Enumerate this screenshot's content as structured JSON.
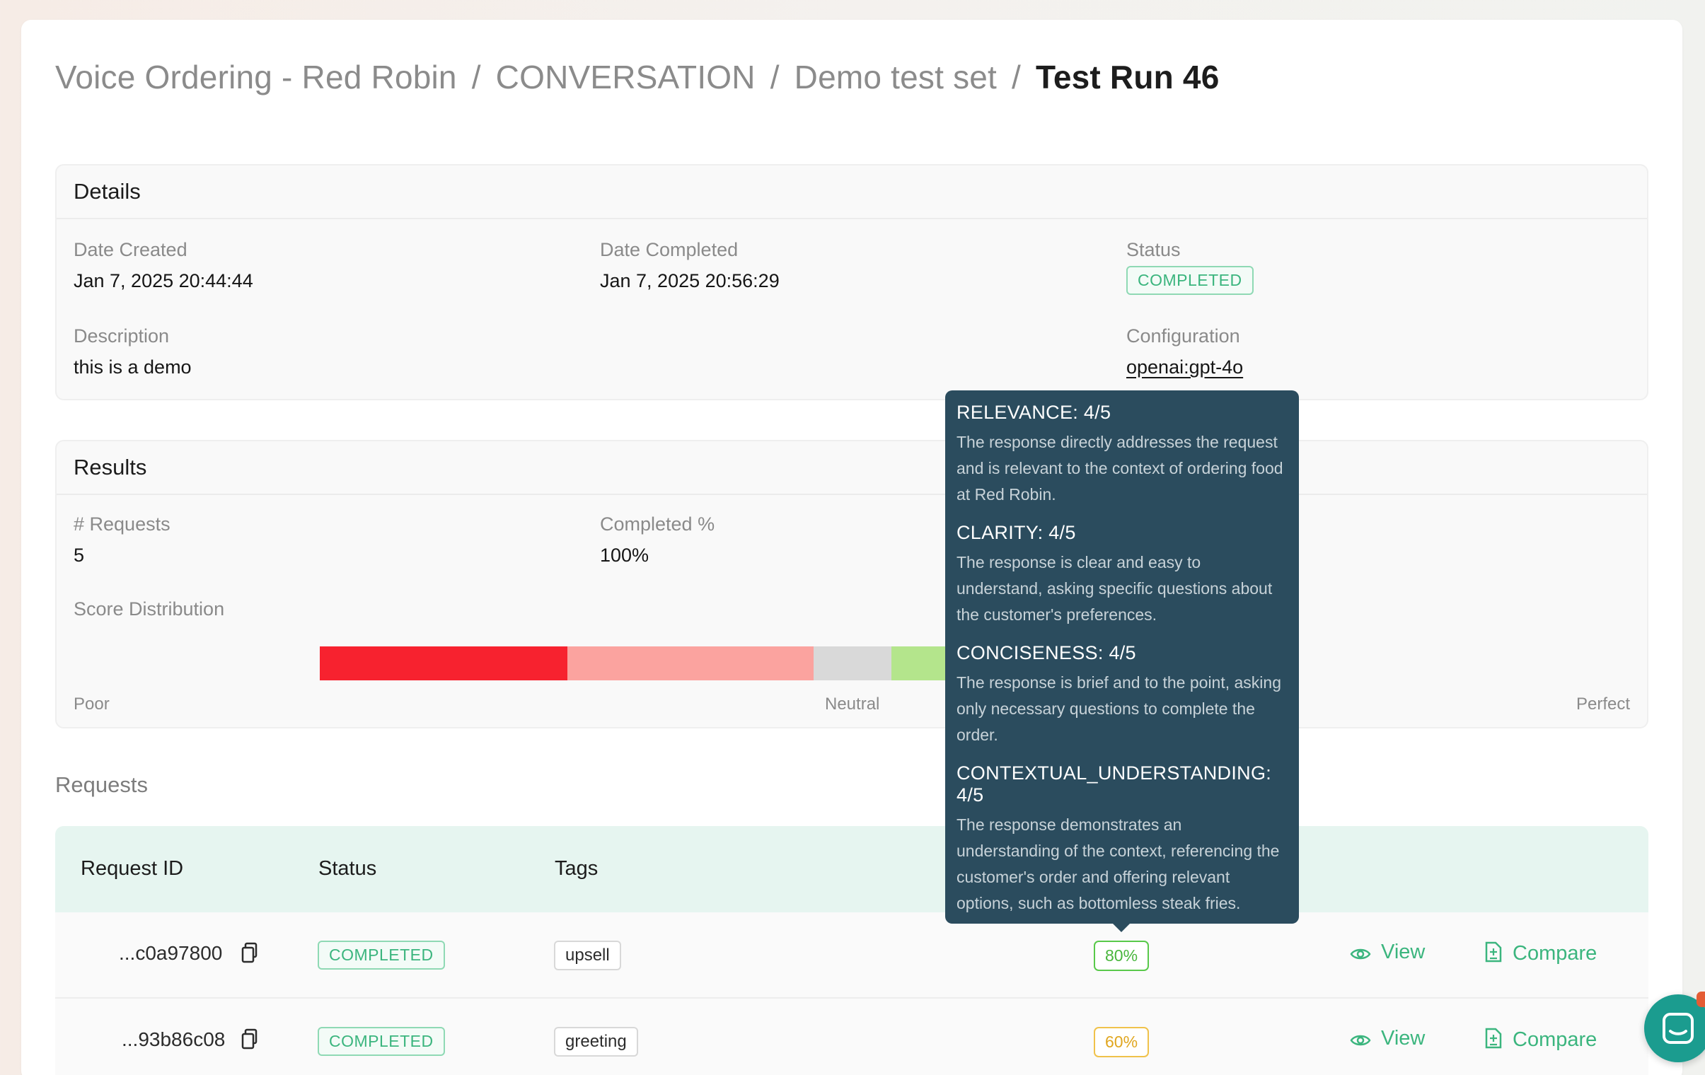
{
  "breadcrumb": {
    "project": "Voice Ordering - Red Robin",
    "type": "CONVERSATION",
    "test_set": "Demo test set",
    "current": "Test Run 46",
    "separator": "/"
  },
  "details": {
    "title": "Details",
    "date_created_label": "Date Created",
    "date_created": "Jan 7, 2025 20:44:44",
    "date_completed_label": "Date Completed",
    "date_completed": "Jan 7, 2025 20:56:29",
    "status_label": "Status",
    "status": "COMPLETED",
    "description_label": "Description",
    "description": "this is a demo",
    "configuration_label": "Configuration",
    "configuration": "openai:gpt-4o"
  },
  "results": {
    "title": "Results",
    "requests_label": "# Requests",
    "requests": "5",
    "completed_label": "Completed %",
    "completed": "100%",
    "distribution_label": "Score Distribution",
    "scale_poor": "Poor",
    "scale_neutral": "Neutral",
    "scale_perfect": "Perfect",
    "colors": {
      "poor": "#f7222f",
      "below": "#fba39f",
      "neutral": "#d9d9d9",
      "good": "#b4e58c"
    }
  },
  "tooltip": {
    "items": [
      {
        "title": "RELEVANCE: 4/5",
        "desc": "The response directly addresses the request and is relevant to the context of ordering food at Red Robin."
      },
      {
        "title": "CLARITY: 4/5",
        "desc": "The response is clear and easy to understand, asking specific questions about the customer's preferences."
      },
      {
        "title": "CONCISENESS: 4/5",
        "desc": "The response is brief and to the point, asking only necessary questions to complete the order."
      },
      {
        "title": "CONTEXTUAL_UNDERSTANDING: 4/5",
        "desc": "The response demonstrates an understanding of the context, referencing the customer's order and offering relevant options, such as bottomless steak fries."
      }
    ]
  },
  "requests": {
    "title": "Requests",
    "columns": {
      "request_id": "Request ID",
      "status": "Status",
      "tags": "Tags"
    },
    "view_label": "View",
    "compare_label": "Compare",
    "rows": [
      {
        "id": "...c0a97800",
        "status": "COMPLETED",
        "tag": "upsell",
        "score": "80%"
      },
      {
        "id": "...93b86c08",
        "status": "COMPLETED",
        "tag": "greeting",
        "score": "60%"
      }
    ]
  }
}
